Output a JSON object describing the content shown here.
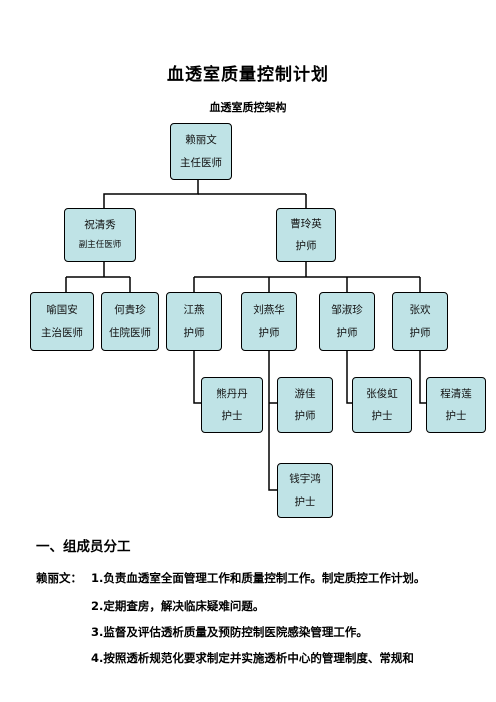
{
  "doc": {
    "title": "血透室质量控制计划",
    "subtitle": "血透室质控架构"
  },
  "org": {
    "root": {
      "name": "赖丽文",
      "role": "主任医师"
    },
    "l1_left": {
      "name": "祝清秀",
      "role": "副主任医师"
    },
    "l1_right": {
      "name": "曹玲英",
      "role": "护师"
    },
    "yu": {
      "name": "喻国安",
      "role": "主治医师"
    },
    "he": {
      "name": "何貴珍",
      "role": "住院医师"
    },
    "jiang": {
      "name": "江燕",
      "role": "护师"
    },
    "liu": {
      "name": "刘燕华",
      "role": "护师"
    },
    "zou": {
      "name": "邹淑珍",
      "role": "护师"
    },
    "zhang": {
      "name": "张欢",
      "role": "护师"
    },
    "xiong": {
      "name": "熊丹丹",
      "role": "护士"
    },
    "you": {
      "name": "游佳",
      "role": "护师"
    },
    "zhangjh": {
      "name": "张俊虹",
      "role": "护士"
    },
    "cheng": {
      "name": "程清莲",
      "role": "护士"
    },
    "qian": {
      "name": "钱宇鸿",
      "role": "护士"
    }
  },
  "section1": {
    "heading": "一、组成员分工",
    "person_label": "赖丽文：",
    "duties": [
      "1.负责血透室全面管理工作和质量控制工作。制定质控工作计划。",
      "2.定期查房，解决临床疑难问题。",
      "3.监督及评估透析质量及预防控制医院感染管理工作。",
      "4.按照透析规范化要求制定并实施透析中心的管理制度、常规和"
    ]
  }
}
